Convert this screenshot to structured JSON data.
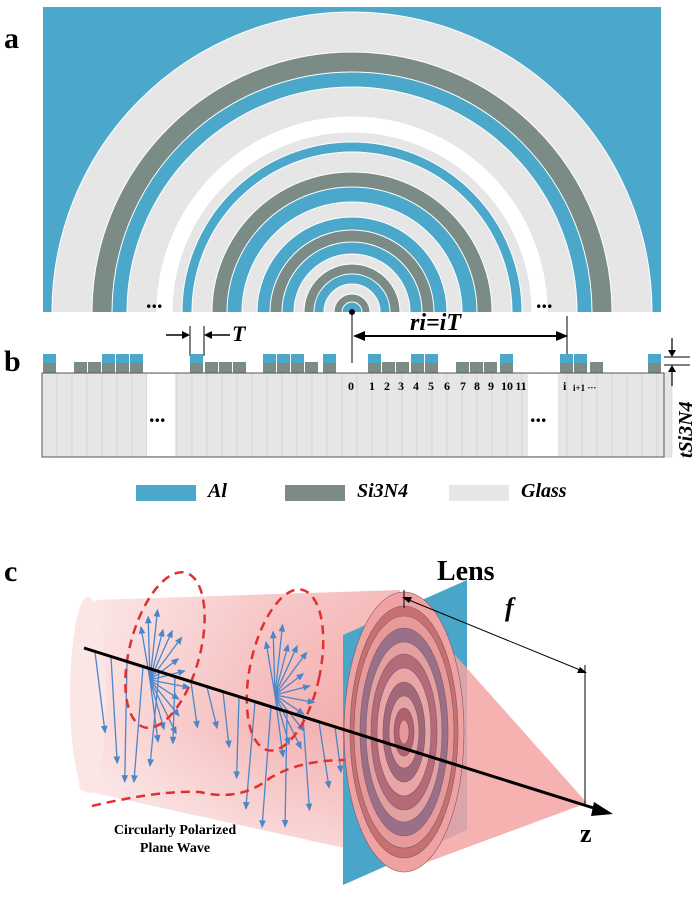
{
  "panels": {
    "a": {
      "label": "a",
      "ellipsis": "..."
    },
    "b": {
      "label": "b",
      "period_label": "T",
      "radius_label": "ri=iT",
      "thickness_label": "tSi3N4",
      "ellipsis": "...",
      "zone_indices": [
        "0",
        "1",
        "2",
        "3",
        "4",
        "5",
        "6",
        "7",
        "8",
        "9",
        "10",
        "11"
      ],
      "zone_i": "i",
      "zone_i_next": "i+1 ···"
    },
    "c": {
      "label": "c",
      "lens_label": "Lens",
      "focal_label": "f",
      "axis_label": "z",
      "wave_label_line1": "Circularly Polarized",
      "wave_label_line2": "Plane Wave"
    }
  },
  "legend": [
    {
      "name": "Al",
      "color": "#4ba8cb"
    },
    {
      "name": "Si3N4",
      "color": "#7b8b85"
    },
    {
      "name": "Glass",
      "color": "#e6e6e6"
    }
  ],
  "colors": {
    "al": "#4ba8cb",
    "sin": "#7b8b85",
    "glass": "#e6e6e6",
    "beam": "#f6c2c2",
    "lens_plate": "#4aa6c8",
    "field_arrows": "#4a86c8",
    "field_loop": "#e03030"
  }
}
